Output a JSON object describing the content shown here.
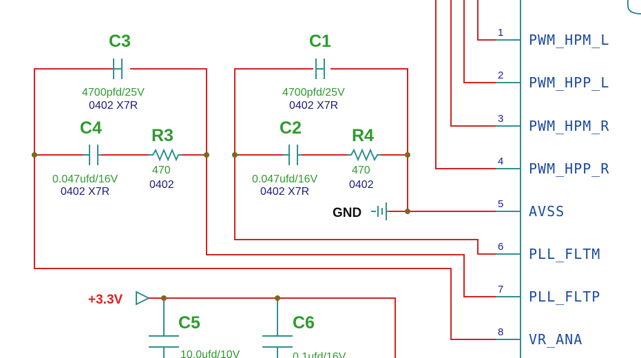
{
  "components": {
    "c3": {
      "ref": "C3",
      "value": "4700pfd/25V",
      "package": "0402  X7R"
    },
    "c1": {
      "ref": "C1",
      "value": "4700pfd/25V",
      "package": "0402  X7R"
    },
    "c4": {
      "ref": "C4",
      "value": "0.047ufd/16V",
      "package": "0402  X7R"
    },
    "c2": {
      "ref": "C2",
      "value": "0.047ufd/16V",
      "package": "0402  X7R"
    },
    "r3": {
      "ref": "R3",
      "value": "470",
      "package": "0402"
    },
    "r4": {
      "ref": "R4",
      "value": "470",
      "package": "0402"
    },
    "c5": {
      "ref": "C5",
      "value": "10.0ufd/10V"
    },
    "c6": {
      "ref": "C6",
      "value": "0.1ufd/16V"
    }
  },
  "nets": {
    "gnd": "GND",
    "power": "+3.3V"
  },
  "pins": [
    {
      "num": "1",
      "name": "PWM_HPM_L"
    },
    {
      "num": "2",
      "name": "PWM_HPP_L"
    },
    {
      "num": "3",
      "name": "PWM_HPM_R"
    },
    {
      "num": "4",
      "name": "PWM_HPP_R"
    },
    {
      "num": "5",
      "name": "AVSS"
    },
    {
      "num": "6",
      "name": "PLL_FLTM"
    },
    {
      "num": "7",
      "name": "PLL_FLTP"
    },
    {
      "num": "8",
      "name": "VR_ANA"
    }
  ]
}
